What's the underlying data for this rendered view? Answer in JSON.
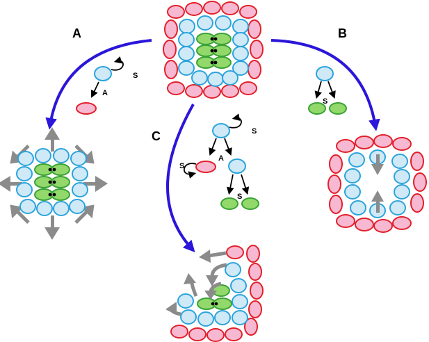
{
  "diagram": {
    "pathway_labels": {
      "a": "A",
      "b": "B",
      "c": "C"
    },
    "division_labels": {
      "symmetric": "S",
      "asymmetric": "A"
    },
    "colors": {
      "blue_fill": "#cfe9f7",
      "blue_stroke": "#2aa3dc",
      "pink_fill": "#f7b9d1",
      "red_stroke": "#e2202b",
      "green_fill": "#93d86b",
      "green_stroke": "#3aa336",
      "pathway_arrow": "#2b16d9",
      "grey_arrow": "#8b8b8b",
      "black": "#000000"
    }
  }
}
